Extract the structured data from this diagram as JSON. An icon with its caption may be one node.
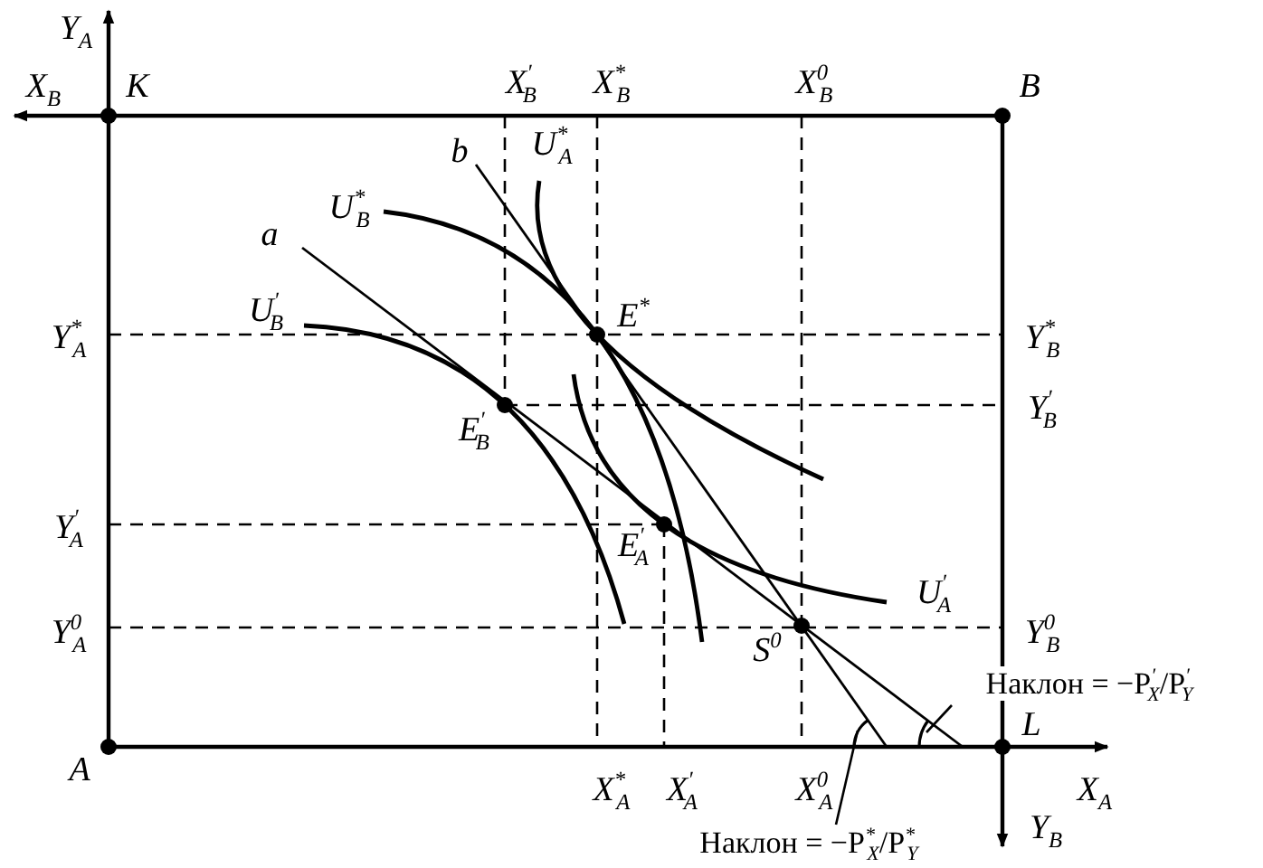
{
  "diagram": {
    "nodes": [
      {
        "text": [
          "Наклон = −P$^{′}$$_{X}$/P$^{′}$$_{Y}$"
        ]
      },
      {
        "text": [],
        "shape": "arc"
      },
      {
        "text": [],
        "shape": "arc"
      },
      {
        "text": [
          "Наклон = −P$^{*}$$_{X}$/P$^{*}$$_{Y}$"
        ]
      }
    ],
    "edges": [
      {
        "from": 0,
        "to": 2,
        "arrow": "none"
      },
      {
        "from": 3,
        "to": 1,
        "arrow": "none"
      }
    ],
    "labels": [
      "Y$_{A}$",
      "X$_{B}$",
      "K",
      "X$^{′}$$_{B}$",
      "X$^{*}$$_{B}$",
      "X$^{0}$$_{B}$",
      "B",
      "b",
      "U$^{*}$$_{A}$",
      "U$^{*}$$_{B}$",
      "a",
      "U$^{′}$$_{B}$",
      "Y$^{*}$$_{A}$",
      "E$^{*}$",
      "Y$^{*}$$_{B}$",
      "E$^{′}$$_{B}$",
      "Y$^{′}$$_{B}$",
      "Y$^{′}$$_{A}$",
      "E$^{′}$$_{A}$",
      "U$^{′}$$_{A}$",
      "Y$^{0}$$_{A}$",
      "S$^{0}$",
      "Y$^{0}$$_{B}$",
      "A",
      "L",
      "X$^{*}$$_{A}$",
      "X$^{′}$$_{A}$",
      "X$^{0}$$_{A}$",
      "X$_{A}$",
      "Y$_{B}$"
    ]
  }
}
